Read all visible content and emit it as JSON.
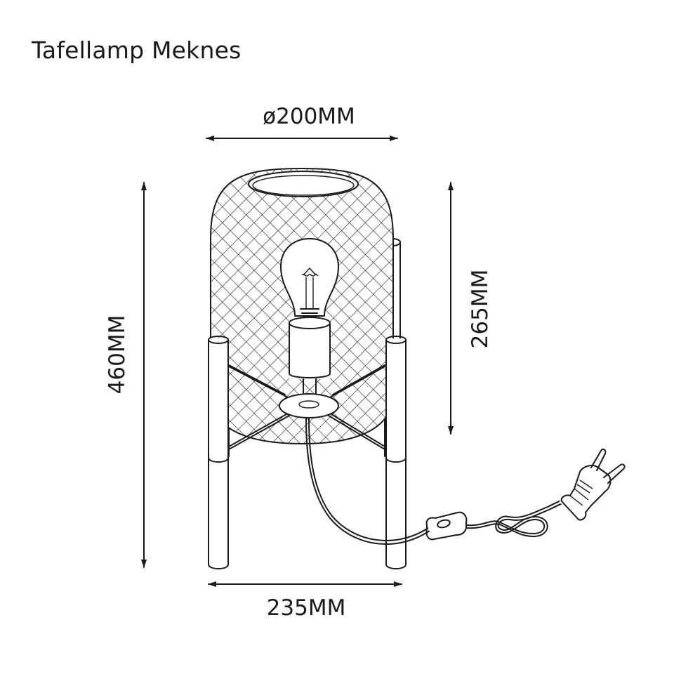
{
  "title": "Tafellamp Meknes",
  "dimensions": {
    "diameter": "ø200MM",
    "total_height": "460MM",
    "shade_height": "265MM",
    "base_width": "235MM"
  },
  "icons": {
    "lamp": "table-lamp-line-drawing",
    "plug": "euro-plug-icon",
    "switch": "inline-cord-switch-icon"
  }
}
